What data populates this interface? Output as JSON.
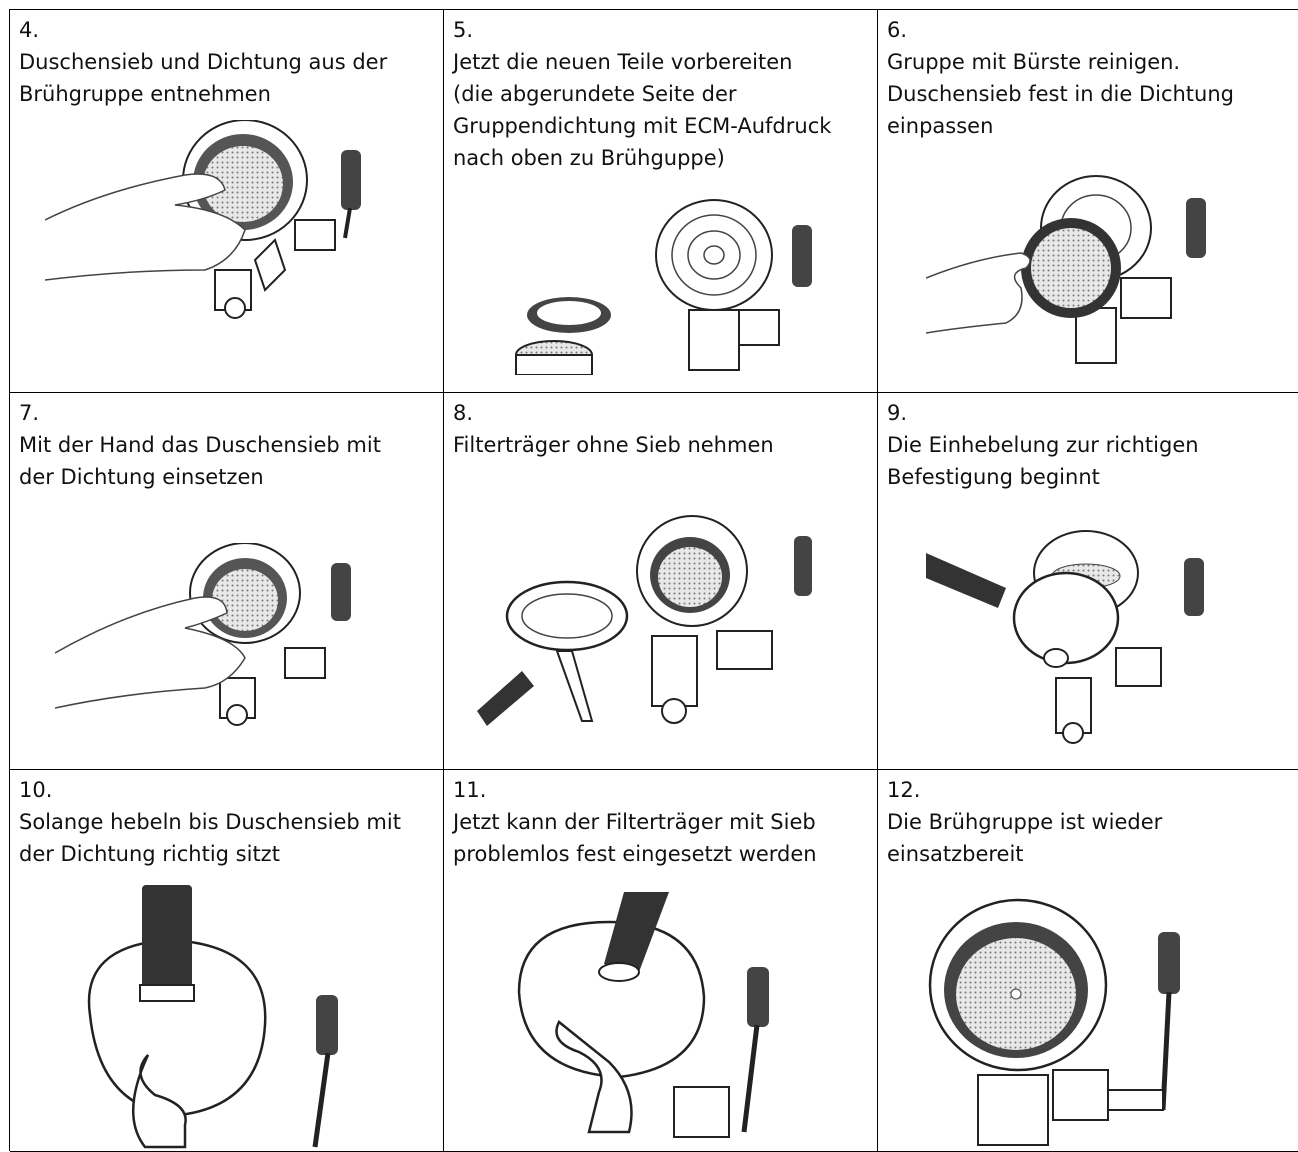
{
  "steps": [
    {
      "number": "4.",
      "text": "Duschensieb und Dichtung aus der\nBrühgruppe entnehmen"
    },
    {
      "number": "5.",
      "text": "Jetzt die neuen Teile vorbereiten\n(die abgerundete Seite der\nGruppendichtung mit ECM-Aufdruck\nnach oben zu Brühguppe)"
    },
    {
      "number": "6.",
      "text": "Gruppe mit Bürste reinigen.\nDuschensieb fest in die Dichtung\neinpassen"
    },
    {
      "number": "7.",
      "text": "Mit der Hand das Duschensieb mit\nder Dichtung einsetzen"
    },
    {
      "number": "8.",
      "text": "Filterträger ohne Sieb nehmen"
    },
    {
      "number": "9.",
      "text": "Die Einhebelung zur richtigen\nBefestigung beginnt"
    },
    {
      "number": "10.",
      "text": "Solange hebeln bis Duschensieb mit\nder Dichtung richtig sitzt"
    },
    {
      "number": "11.",
      "text": "Jetzt kann der Filterträger mit Sieb\nproblemlos fest eingesetzt werden"
    },
    {
      "number": "12.",
      "text": "Die Brühgruppe ist wieder\neinsatzbereit"
    }
  ],
  "colors": {
    "line": "#000000",
    "shade": "#3a3a3a",
    "screen": "#9a9a9a"
  }
}
